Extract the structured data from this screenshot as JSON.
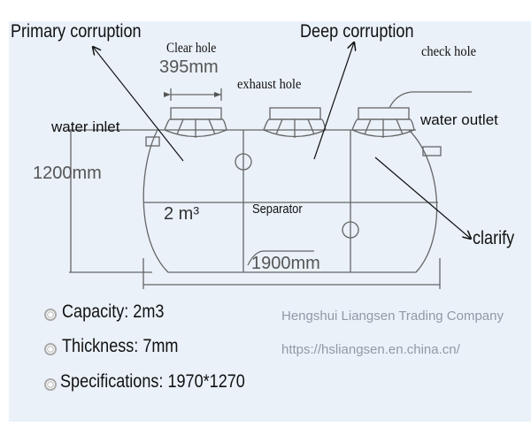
{
  "labels": {
    "primary_corruption": "Primary corruption",
    "deep_corruption": "Deep corruption",
    "clear_hole": "Clear hole",
    "clear_hole_size": "395mm",
    "exhaust_hole": "exhaust hole",
    "check_hole": "check hole",
    "water_inlet": "water inlet",
    "water_outlet": "water outlet",
    "height": "1200mm",
    "volume": "2 m³",
    "separator": "Separator",
    "clarify": "clarify",
    "length": "1900mm"
  },
  "watermark": {
    "company": "Hengshui Liangsen Trading Company",
    "url": "https://hsliangsen.en.china.cn/"
  },
  "specs": [
    {
      "text": "Capacity: 2m3"
    },
    {
      "text": "Thickness: 7mm"
    },
    {
      "text": "Specifications: 1970*1270"
    }
  ],
  "colors": {
    "background": "#eaf1f9",
    "line": "#666666",
    "text": "#111111"
  }
}
